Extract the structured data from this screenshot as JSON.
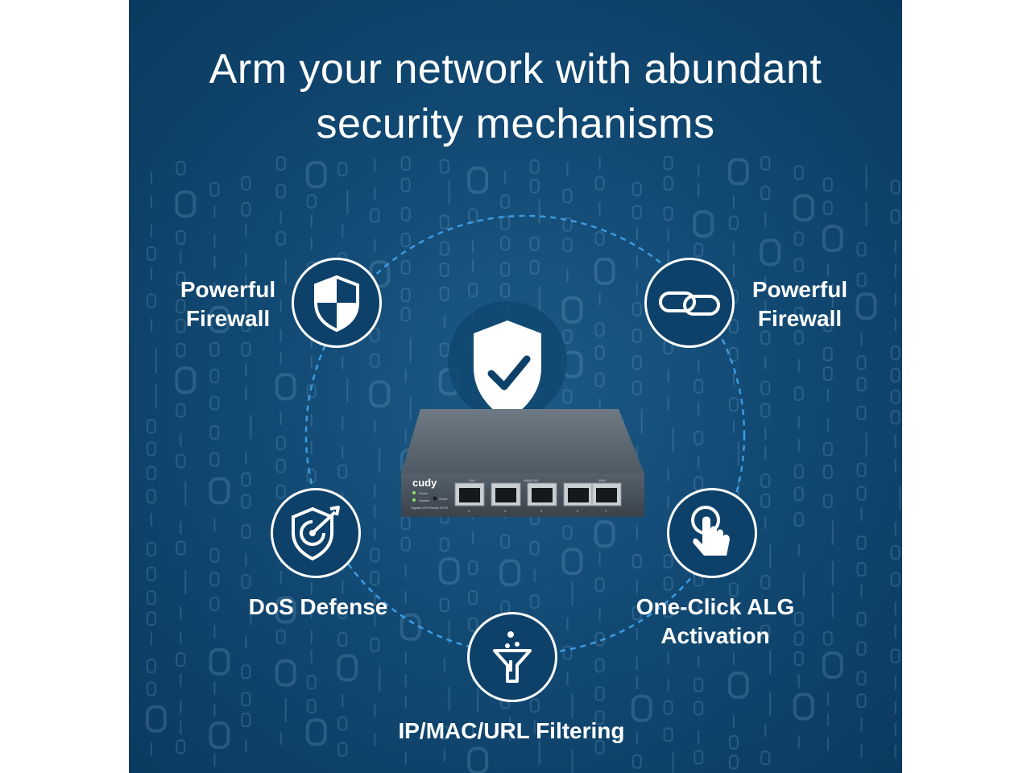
{
  "headline": {
    "line1": "Arm your network with abundant",
    "line2": "security mechanisms"
  },
  "features": [
    {
      "icon": "shield-icon",
      "label_line1": "Powerful",
      "label_line2": "Firewall"
    },
    {
      "icon": "link-icon",
      "label_line1": "Powerful",
      "label_line2": "Firewall"
    },
    {
      "icon": "target-shield-icon",
      "label_line1": "DoS Defense"
    },
    {
      "icon": "tap-hand-icon",
      "label_line1": "One-Click ALG",
      "label_line2": "Activation"
    },
    {
      "icon": "filter-icon",
      "label_line1": "IP/MAC/URL Filtering"
    }
  ],
  "device": {
    "brand": "cudy",
    "model": "Gigabit VPN Router  R700",
    "leds": [
      "Power",
      "System"
    ],
    "reset_label": "Reset",
    "port_group_labels": [
      "LAN",
      "WAN/LAN",
      "WAN"
    ],
    "port_numbers": [
      "5",
      "4",
      "3",
      "2",
      "1"
    ]
  },
  "colors": {
    "background": "#124a74",
    "ring": "#3d9be0",
    "icon_stroke": "#ffffff",
    "circle_fill": "#0e416a",
    "device_body": "#4d5862"
  }
}
